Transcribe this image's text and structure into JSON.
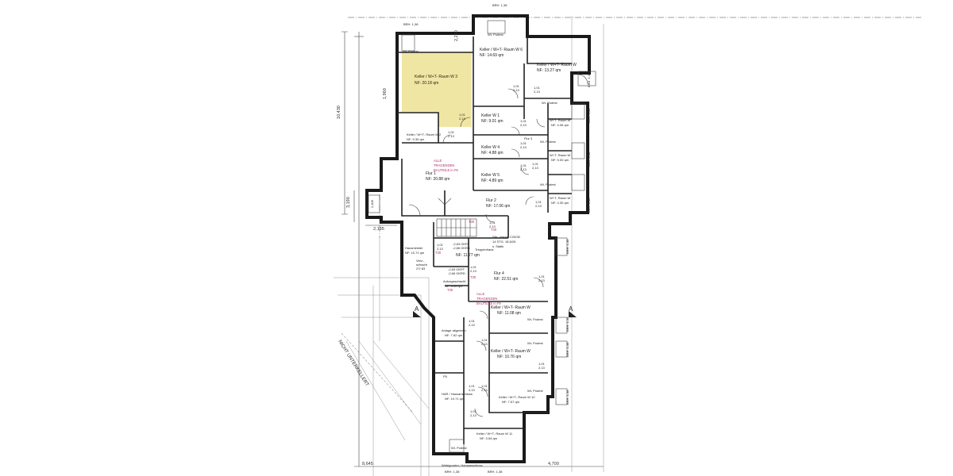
{
  "rooms": {
    "w3": {
      "name": "Keller / W+T- Raum W 3",
      "area": "NF: 20.18 qm",
      "highlight": "#f0e6a3"
    },
    "w6": {
      "name": "Keller / W+T- Raum W 6",
      "area": "NF: 14.69 qm"
    },
    "w7": {
      "name": "Keller / W+T- Raum W",
      "area": "NF: 13.27 qm"
    },
    "w1": {
      "name": "Keller W 1",
      "area": "NF: 9.01 qm"
    },
    "w2": {
      "name": "Keller / W+T- Raum W 2",
      "area": "NF: 9.30 qm"
    },
    "w4": {
      "name": "Keller W 4",
      "area": "NF: 4.88 qm"
    },
    "w5": {
      "name": "Keller W 5",
      "area": "NF: 4.89 qm"
    },
    "flur1": {
      "name": "Flur 1",
      "area": "NF: 20.88 qm"
    },
    "flur2": {
      "name": "Flur 2",
      "area": "NF: 17.06 qm"
    },
    "flur3": {
      "name": "Flur 3",
      "area": ""
    },
    "flur4": {
      "name": "Flur 4",
      "area": "NF: 22.51 qm"
    },
    "w8": {
      "name": "Keller / W+T- Raum W",
      "area": "NF: 11.08 qm"
    },
    "w9": {
      "name": "Keller / W+T- Raum W",
      "area": "NF: 10.76 qm"
    },
    "w10": {
      "name": "Keller / W+T- Raum W 10",
      "area": "NF: 7.57 qm"
    },
    "w11": {
      "name": "Keller / W+T- Raum W 11",
      "area": "NF: 3.54 qm"
    },
    "hausmeister": {
      "name": "Hausmeister",
      "area": "NF: 10.71 qm"
    },
    "treppenhaus": {
      "name": "Treppenhaus",
      "area": "NF: 11.77 qm"
    },
    "aufzug": {
      "name": "Aufzugsschacht",
      "area": "NF: 3.00 qm"
    },
    "anlage": {
      "name": "Anlage allgemein",
      "area": "NF: 7.62 qm"
    },
    "hausanschluss": {
      "name": "HAR / Hausanschluss",
      "area": "NF: 10.71 qm"
    },
    "wc1": {
      "name": "W+T- Raum W",
      "area": "NF: 4.06 qm"
    },
    "wc2": {
      "name": "W+T- Raum W",
      "area": "NF: 5.00 qm"
    },
    "wc3": {
      "name": "W+T- Raum W",
      "area": "NF: 4.30 qm"
    }
  },
  "labels": {
    "brh": "BRH. 1,38",
    "door": "1,01",
    "door_h": "2,13",
    "wpodest": "Wi- Podest",
    "tragende1_a": "ALLE",
    "tragende1_b": "TRAGENDEN",
    "tragende1_c": "BAUTEILE in F9",
    "tragende2_a": "ALLE",
    "tragende2_b": "TRAGENDEN",
    "tragende2_c": "BAUTEILE in F9",
    "stair_a": "Stb.- treppe C25/30",
    "stair_b": "14 STG. 18,6/26",
    "stair_c": "s. Statik",
    "okff": "-2,63 OKFF",
    "okrd": "-2,66 OKRD",
    "vent1": "Verz.-",
    "vent2": "schacht",
    "vent3": "27/ 83",
    "section": "A",
    "unterkellert": "NICHT UNTERKELLERT",
    "aussen": "Wetrignurter- Hausanschluss",
    "p5": "P5",
    "t90": "T30",
    "brh2": "2,405"
  },
  "dims": {
    "d_top": "2,250",
    "d_left_total": "10,430",
    "d_left_mid": "3,190",
    "d_left_a": "2,135",
    "d_bottom_left": "8,645",
    "d_bottom_right": "4,700",
    "d_left_b": "1,960"
  }
}
